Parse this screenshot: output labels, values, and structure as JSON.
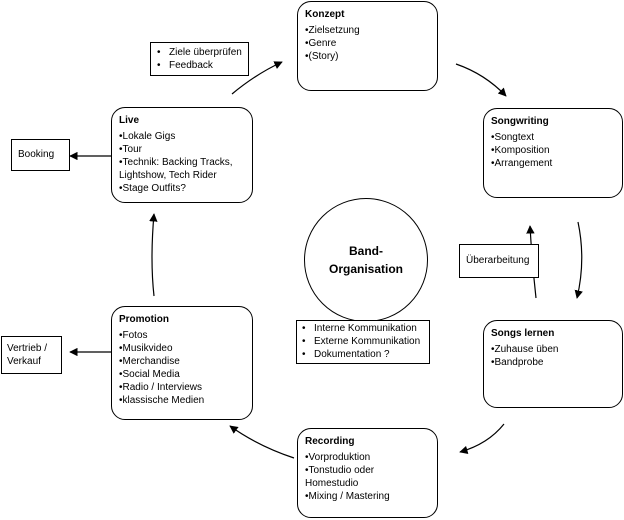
{
  "center": {
    "label": "Band-\nOrganisation"
  },
  "stages": {
    "konzept": {
      "title": "Konzept",
      "items": [
        "Zielsetzung",
        "Genre",
        "(Story)"
      ]
    },
    "songwriting": {
      "title": "Songwriting",
      "items": [
        "Songtext",
        "Komposition",
        "Arrangement"
      ]
    },
    "songs_lernen": {
      "title": "Songs lernen",
      "items": [
        "Zuhause üben",
        "Bandprobe"
      ]
    },
    "recording": {
      "title": "Recording",
      "items": [
        "Vorproduktion",
        "Tonstudio oder\n  Homestudio",
        "Mixing / Mastering"
      ]
    },
    "promotion": {
      "title": "Promotion",
      "items": [
        "Fotos",
        "Musikvideo",
        "Merchandise",
        "Social Media",
        "Radio / Interviews",
        "klassische Medien"
      ]
    },
    "live": {
      "title": "Live",
      "items": [
        "Lokale Gigs",
        "Tour",
        "Technik: Backing Tracks,\n  Lightshow, Tech Rider",
        "Stage Outfits?"
      ]
    }
  },
  "notes": {
    "ziele": [
      "Ziele überprüfen",
      "Feedback"
    ],
    "booking": "Booking",
    "vertrieb": "Vertrieb /\nVerkauf",
    "ueberarbeitung": "Überarbeitung",
    "kommunikation": [
      "Interne Kommunikation",
      "Externe Kommunikation",
      "Dokumentation ?"
    ]
  }
}
